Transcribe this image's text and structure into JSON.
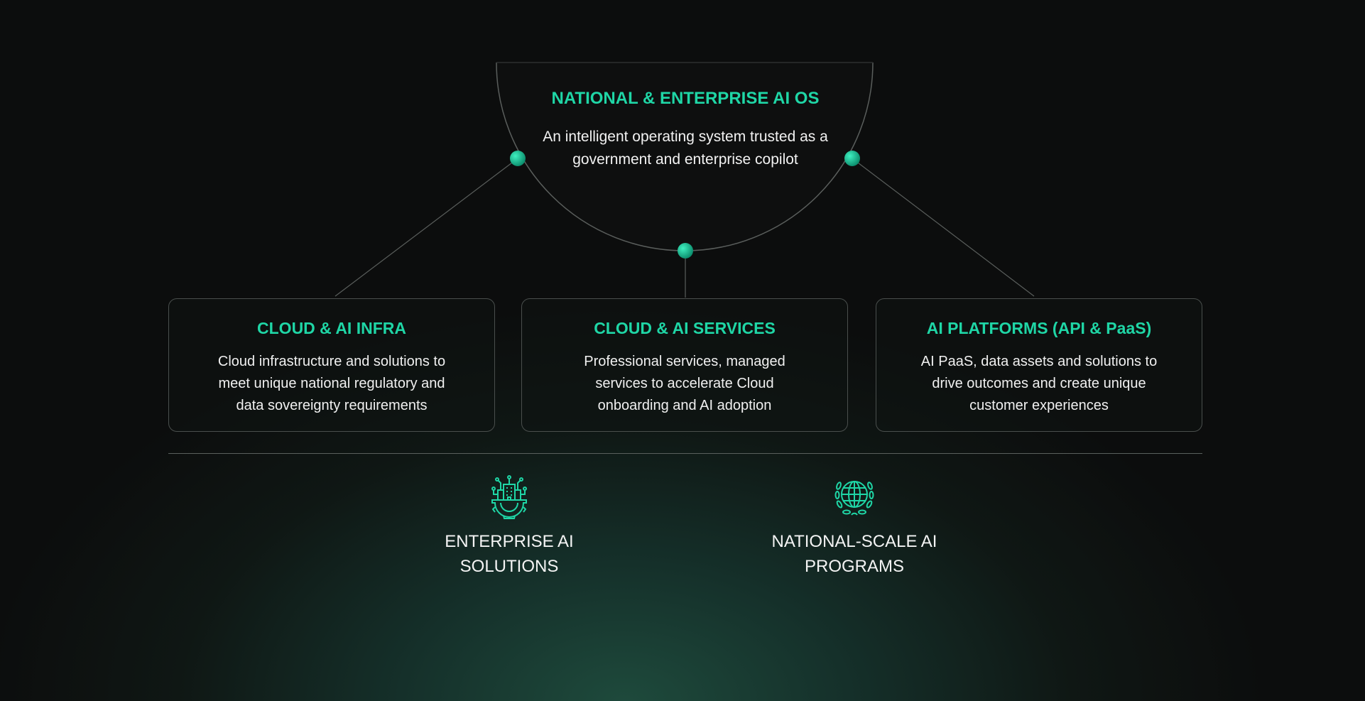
{
  "core": {
    "title": "NATIONAL & ENTERPRISE AI OS",
    "description_line1": "An intelligent operating system trusted as a",
    "description_line2": "government and enterprise copilot"
  },
  "pillars": [
    {
      "title": "CLOUD & AI INFRA",
      "lines": [
        "Cloud infrastructure and solutions to",
        "meet unique national regulatory and",
        "data sovereignty requirements"
      ]
    },
    {
      "title": "CLOUD & AI  SERVICES",
      "lines": [
        "Professional services, managed",
        "services to accelerate Cloud",
        "onboarding and AI adoption"
      ]
    },
    {
      "title": "AI PLATFORMS (API & PaaS)",
      "lines": [
        "AI PaaS, data assets and solutions to",
        "drive outcomes and create unique",
        "customer experiences"
      ]
    }
  ],
  "outcomes": [
    {
      "icon": "smart-enterprise-gear-icon",
      "line1": "ENTERPRISE AI",
      "line2": "SOLUTIONS"
    },
    {
      "icon": "globe-laurel-icon",
      "line1": "NATIONAL-SCALE AI",
      "line2": "PROGRAMS"
    }
  ],
  "colors": {
    "accent": "#1fd6a6",
    "background": "#0c0d0d",
    "glow": "#1e4a3c"
  }
}
